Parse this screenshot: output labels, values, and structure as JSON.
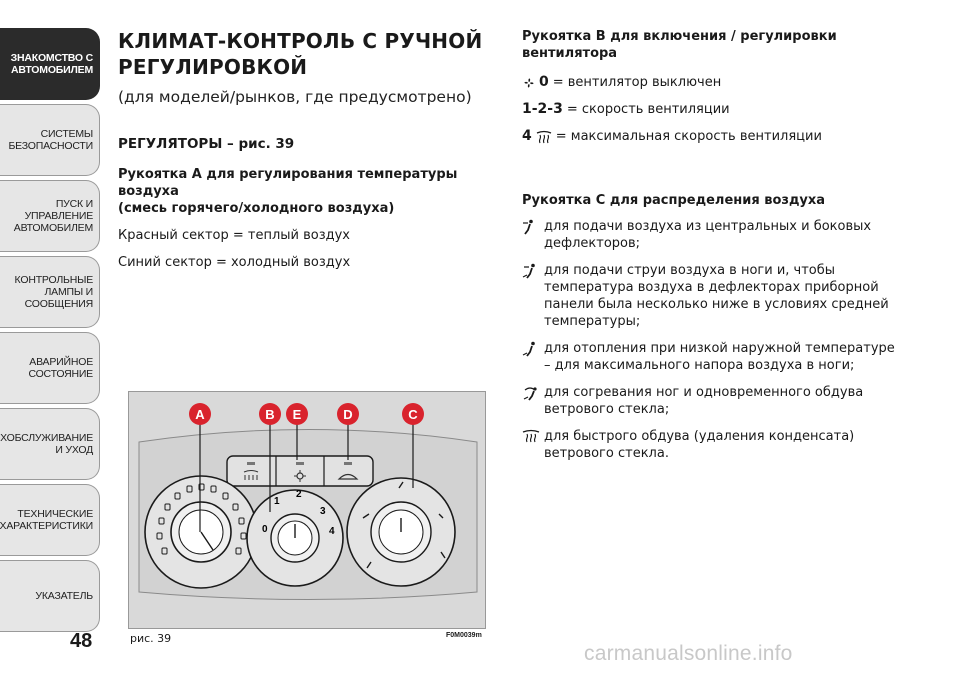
{
  "sidebar": {
    "tabs": [
      {
        "label": "ЗНАКОМСТВО С\nАВТОМОБИЛЕМ",
        "active": true
      },
      {
        "label": "СИСТЕМЫ\nБЕЗОПАСНОСТИ",
        "active": false
      },
      {
        "label": "ПУСК И УПРАВЛЕНИЕ\nАВТОМОБИЛЕМ",
        "active": false
      },
      {
        "label": "КОНТРОЛЬНЫЕ\nЛАМПЫ И\nСООБЩЕНИЯ",
        "active": false
      },
      {
        "label": "АВАРИЙНОЕ\nСОСТОЯНИЕ",
        "active": false
      },
      {
        "label": "ТЕХОБСЛУЖИВАНИЕ\nИ УХОД",
        "active": false
      },
      {
        "label": "ТЕХНИЧЕСКИЕ\nХАРАКТЕРИСТИКИ",
        "active": false
      },
      {
        "label": "УКАЗАТЕЛЬ",
        "active": false
      }
    ],
    "page_number": "48"
  },
  "left": {
    "title": "КЛИМАТ-КОНТРОЛЬ С РУЧНОЙ\nРЕГУЛИРОВКОЙ",
    "subtitle": "(для моделей/рынков, где предусмотрено)",
    "regulators_head": "РЕГУЛЯТОРЫ – рис. 39",
    "knob_a_head": "Рукоятка А для регулирования температуры воздуха\n(смесь горячего/холодного воздуха)",
    "red_sector": "Красный сектор = теплый воздух",
    "blue_sector": "Синий сектор = холодный воздух"
  },
  "right": {
    "knob_b_head": "Рукоятка В для включения / регулировки\nвентилятора",
    "fan_off_num": "0",
    "fan_off_text": "= вентилятор выключен",
    "fan_speed_num": "1-2-3",
    "fan_speed_text": "= скорость вентиляции",
    "fan_max_num": "4",
    "fan_max_text": "= максимальная скорость вентиляции",
    "knob_c_head": "Рукоятка С для распределения воздуха",
    "distribution": [
      {
        "icon": "face-vent-icon",
        "text": "для подачи воздуха из центральных и боковых дефлекторов;"
      },
      {
        "icon": "face-feet-vent-icon",
        "text": "для подачи струи воздуха в ноги и, чтобы температура воздуха в дефлекторах приборной панели была несколько ниже в условиях средней температуры;"
      },
      {
        "icon": "feet-vent-icon",
        "text": "для отопления при низкой наружной температуре – для максимального напора воздуха в ноги;"
      },
      {
        "icon": "feet-windscreen-vent-icon",
        "text": "для согревания ног и одновременного обдува ветрового стекла;"
      },
      {
        "icon": "windscreen-defrost-icon",
        "text": "для быстрого обдува (удаления конденсата) ветрового стекла."
      }
    ]
  },
  "figure": {
    "labels": [
      "A",
      "B",
      "E",
      "D",
      "C"
    ],
    "fan_scale": [
      "0",
      "1",
      "2",
      "3",
      "4"
    ],
    "caption": "рис. 39",
    "code": "F0M0039m",
    "accent_color": "#d9232d"
  },
  "watermark": "carmanualsonline.info"
}
